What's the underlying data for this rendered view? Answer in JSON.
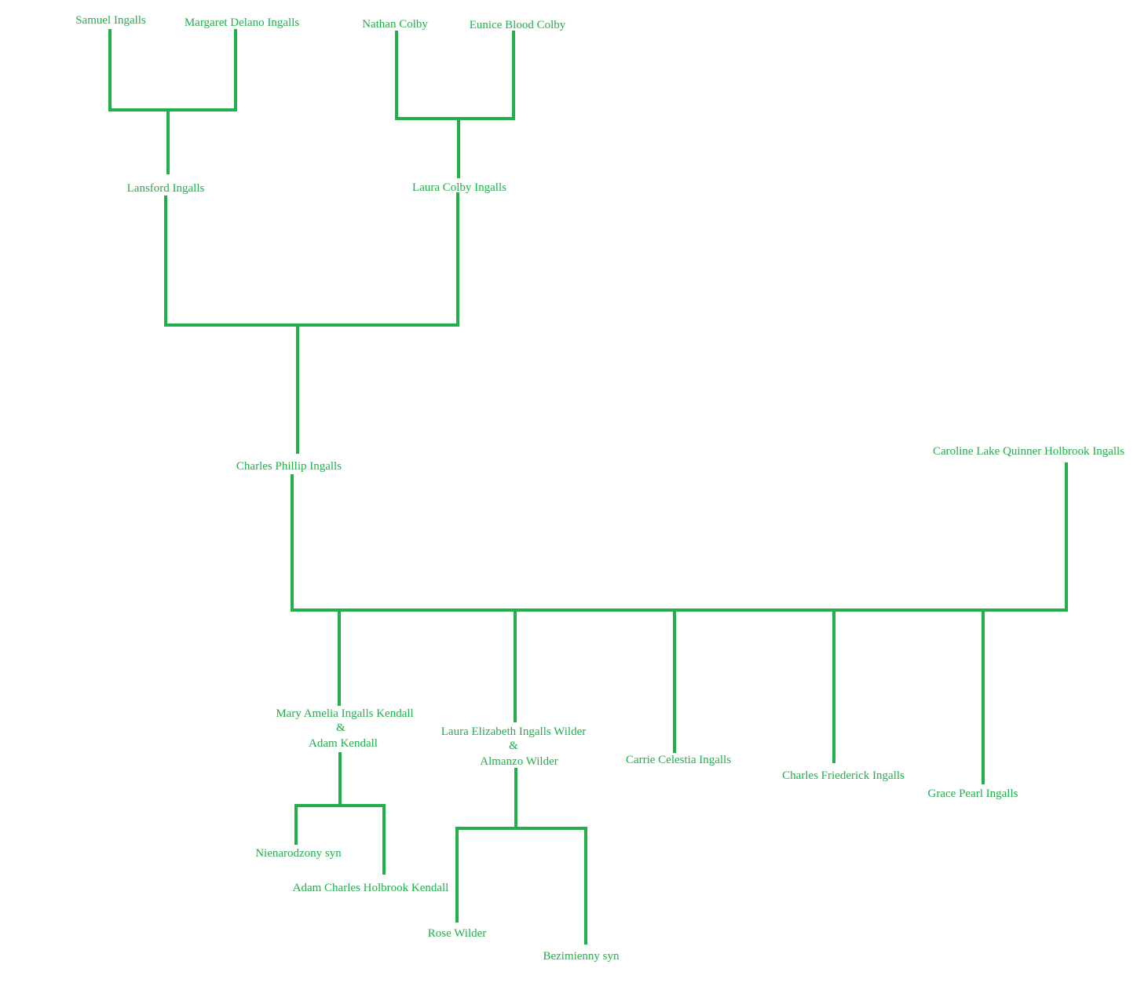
{
  "diagram": {
    "line_color": "#1fb04a",
    "text_color": "#1fb04a",
    "background": "#ffffff"
  },
  "people": {
    "samuel": "Samuel Ingalls",
    "margaret": "Margaret Delano Ingalls",
    "nathan": "Nathan Colby",
    "eunice": "Eunice Blood Colby",
    "lansford": "Lansford Ingalls",
    "laura_colby": "Laura Colby Ingalls",
    "charles": "Charles Phillip Ingalls",
    "caroline": "Caroline Lake Quinner Holbrook Ingalls",
    "mary_line1": "Mary Amelia Ingalls Kendall",
    "mary_amp": "&",
    "mary_line3": "Adam Kendall",
    "laura_line1": "Laura Elizabeth Ingalls Wilder",
    "laura_amp": "&",
    "laura_line3": "Almanzo Wilder",
    "carrie": "Carrie Celestia Ingalls",
    "charles_f": "Charles Friederick Ingalls",
    "grace": "Grace Pearl Ingalls",
    "nienarodzony": "Nienarodzony syn",
    "adam_charles": "Adam Charles Holbrook Kendall",
    "rose": "Rose Wilder",
    "bezimienny": "Bezimienny syn"
  }
}
